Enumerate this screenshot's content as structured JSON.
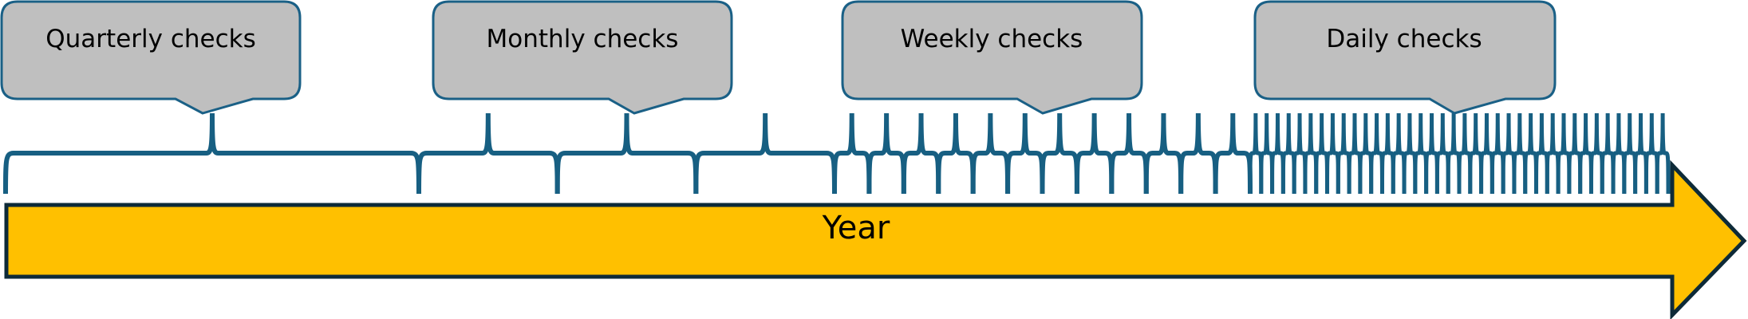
{
  "diagram": {
    "title": "Check frequency over a year",
    "colors": {
      "brace_stroke": "#175f82",
      "callout_fill": "#bfbfbf",
      "callout_border": "#1a6086",
      "arrow_fill": "#ffc000",
      "arrow_border": "#0d2a38"
    },
    "timeline": {
      "label": "Year"
    },
    "callouts": [
      {
        "id": "quarterly",
        "label": "Quarterly checks"
      },
      {
        "id": "monthly",
        "label": "Monthly checks"
      },
      {
        "id": "weekly",
        "label": "Weekly checks"
      },
      {
        "id": "daily",
        "label": "Daily checks"
      }
    ],
    "segments": [
      {
        "id": "quarterly",
        "count": 1
      },
      {
        "id": "monthly",
        "count": 3
      },
      {
        "id": "weekly",
        "count": 12
      },
      {
        "id": "daily",
        "count": 38
      }
    ]
  }
}
